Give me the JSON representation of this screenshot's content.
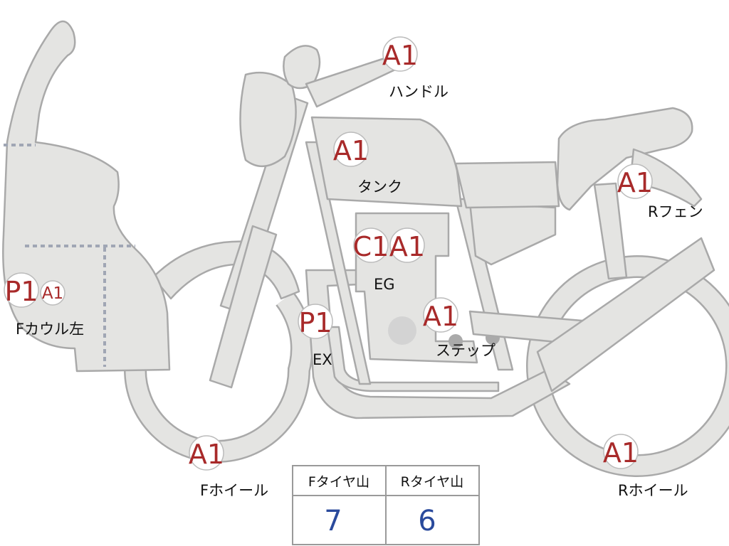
{
  "badges": {
    "handle": "A1",
    "tank": "A1",
    "rear_fender": "A1",
    "engine_c": "C1",
    "engine_a": "A1",
    "cowl_p": "P1",
    "cowl_a": "A1",
    "exhaust": "P1",
    "step": "A1",
    "front_wheel": "A1",
    "rear_wheel": "A1"
  },
  "labels": {
    "handle": "ハンドル",
    "tank": "タンク",
    "rear_fender": "Rフェン",
    "engine": "EG",
    "cowl": "Fカウル左",
    "exhaust": "EX",
    "step": "ステップ",
    "front_wheel": "Fホイール",
    "rear_wheel": "Rホイール"
  },
  "tread_table": {
    "front_header": "Fタイヤ山",
    "rear_header": "Rタイヤ山",
    "front_value": "7",
    "rear_value": "6"
  },
  "colors": {
    "part_fill": "#e4e4e2",
    "outline": "#a9a9a9",
    "badge_text": "#a82a2a",
    "table_value": "#2a4a9c"
  }
}
